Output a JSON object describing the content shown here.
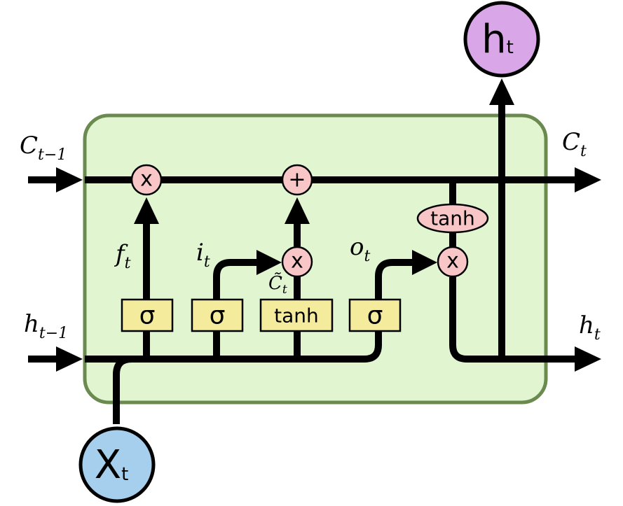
{
  "cell": {
    "fill": "#e0f5d0",
    "border": "#6b8a50"
  },
  "inputs": {
    "c_prev": {
      "main": "C",
      "sub": "t−1"
    },
    "h_prev": {
      "main": "h",
      "sub": "t−1"
    },
    "x": {
      "main": "X",
      "sub": "t",
      "fill": "#a6cfee"
    }
  },
  "outputs": {
    "c_out": {
      "main": "C",
      "sub": "t"
    },
    "h_right": {
      "main": "h",
      "sub": "t"
    },
    "h_top": {
      "main": "h",
      "sub": "t",
      "fill": "#d9a6e8"
    }
  },
  "gates": {
    "forget": {
      "label": "σ",
      "signal_main": "f",
      "signal_sub": "t"
    },
    "input": {
      "label": "σ",
      "signal_main": "i",
      "signal_sub": "t"
    },
    "candidate": {
      "label": "tanh",
      "signal_main": "C̃",
      "signal_sub": "t"
    },
    "output": {
      "label": "σ",
      "signal_main": "o",
      "signal_sub": "t"
    }
  },
  "ops": {
    "forget_mult": "x",
    "add": "+",
    "input_mult": "x",
    "output_mult": "x",
    "cell_tanh": "tanh"
  },
  "colors": {
    "gate_fill": "#f5eb9c",
    "op_fill": "#f8c6c6"
  }
}
